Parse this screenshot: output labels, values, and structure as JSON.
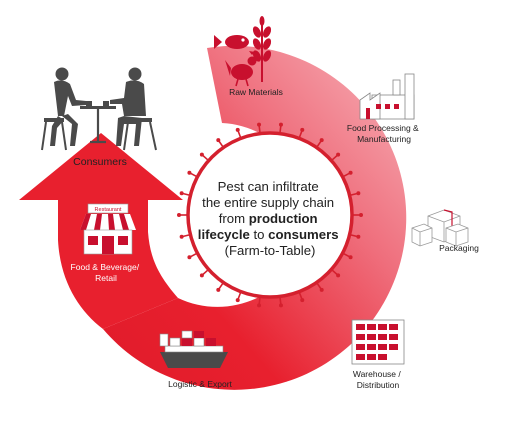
{
  "diagram": {
    "center": {
      "line1": "Pest can infiltrate",
      "line2": "the entire supply chain",
      "line3_pre": "from ",
      "line3_bold": "production",
      "line4_bold1": "lifecycle",
      "line4_mid": " to ",
      "line4_bold2": "consumers",
      "line5": "(Farm-to-Table)"
    },
    "stages": {
      "raw_materials": "Raw Materials",
      "food_processing_1": "Food Processing &",
      "food_processing_2": "Manufacturing",
      "packaging": "Packaging",
      "warehouse_1": "Warehouse /",
      "warehouse_2": "Distribution",
      "logistic": "Logistic & Export",
      "food_beverage_1": "Food & Beverage/",
      "food_beverage_2": "Retail",
      "restaurant_sign": "Restaurant",
      "consumers": "Consumers"
    },
    "colors": {
      "red": "#e8202e",
      "pink": "#f07a86",
      "light_pink": "#f7aab2",
      "dark_red": "#c8102e",
      "gray": "#4a4a4a"
    }
  }
}
